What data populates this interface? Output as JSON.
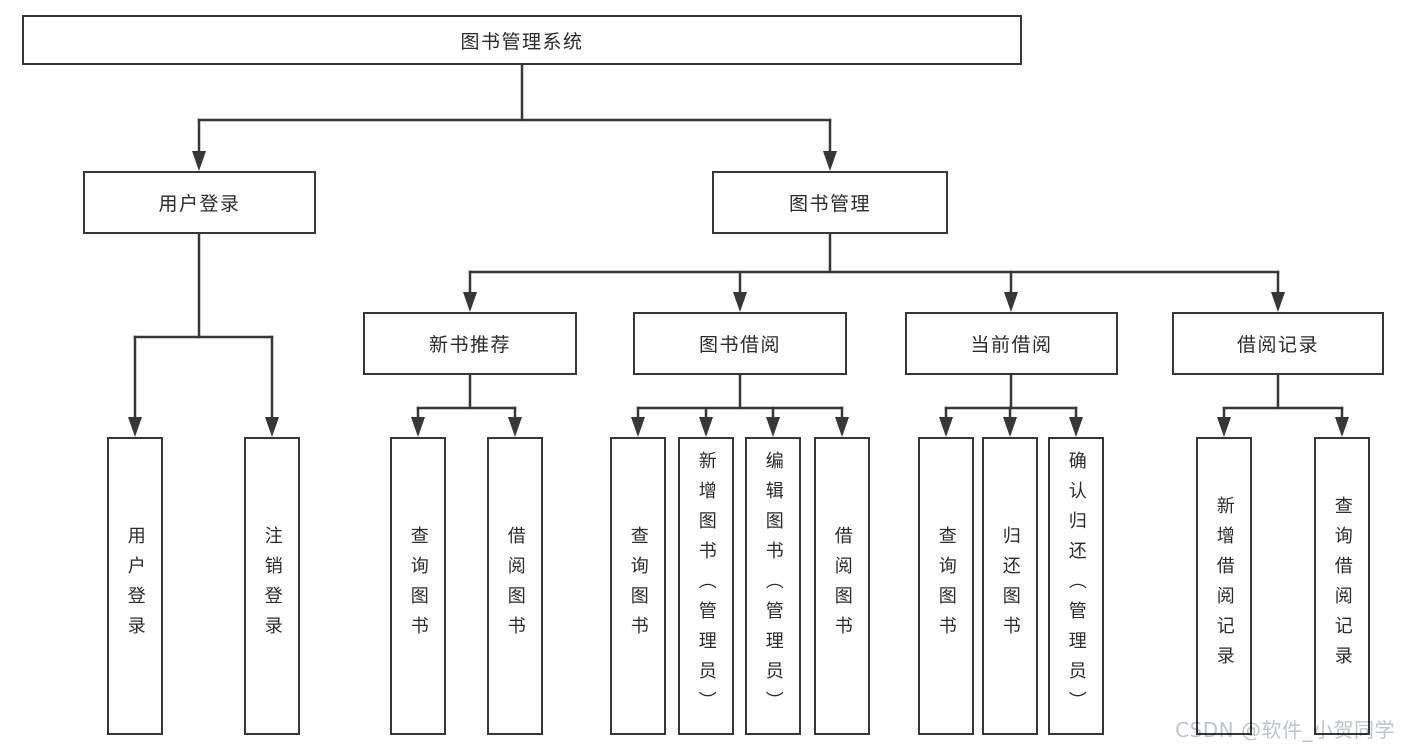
{
  "watermark": "CSDN @软件_小贺同学",
  "colors": {
    "background": "#ffffff",
    "box_fill": "#ffffff",
    "line": "#373737",
    "text": "#2b2b2b",
    "watermark": "#bfc4c9"
  },
  "tree": {
    "label": "图书管理系统",
    "children": [
      {
        "label": "用户登录",
        "children": [
          {
            "label": "用户登录"
          },
          {
            "label": "注销登录"
          }
        ]
      },
      {
        "label": "图书管理",
        "children": [
          {
            "label": "新书推荐",
            "children": [
              {
                "label": "查询图书"
              },
              {
                "label": "借阅图书"
              }
            ]
          },
          {
            "label": "图书借阅",
            "children": [
              {
                "label": "查询图书"
              },
              {
                "label": "新增图书（管理员）"
              },
              {
                "label": "编辑图书（管理员）"
              },
              {
                "label": "借阅图书"
              }
            ]
          },
          {
            "label": "当前借阅",
            "children": [
              {
                "label": "查询图书"
              },
              {
                "label": "归还图书"
              },
              {
                "label": "确认归还（管理员）"
              }
            ]
          },
          {
            "label": "借阅记录",
            "children": [
              {
                "label": "新增借阅记录"
              },
              {
                "label": "查询借阅记录"
              }
            ]
          }
        ]
      }
    ]
  }
}
